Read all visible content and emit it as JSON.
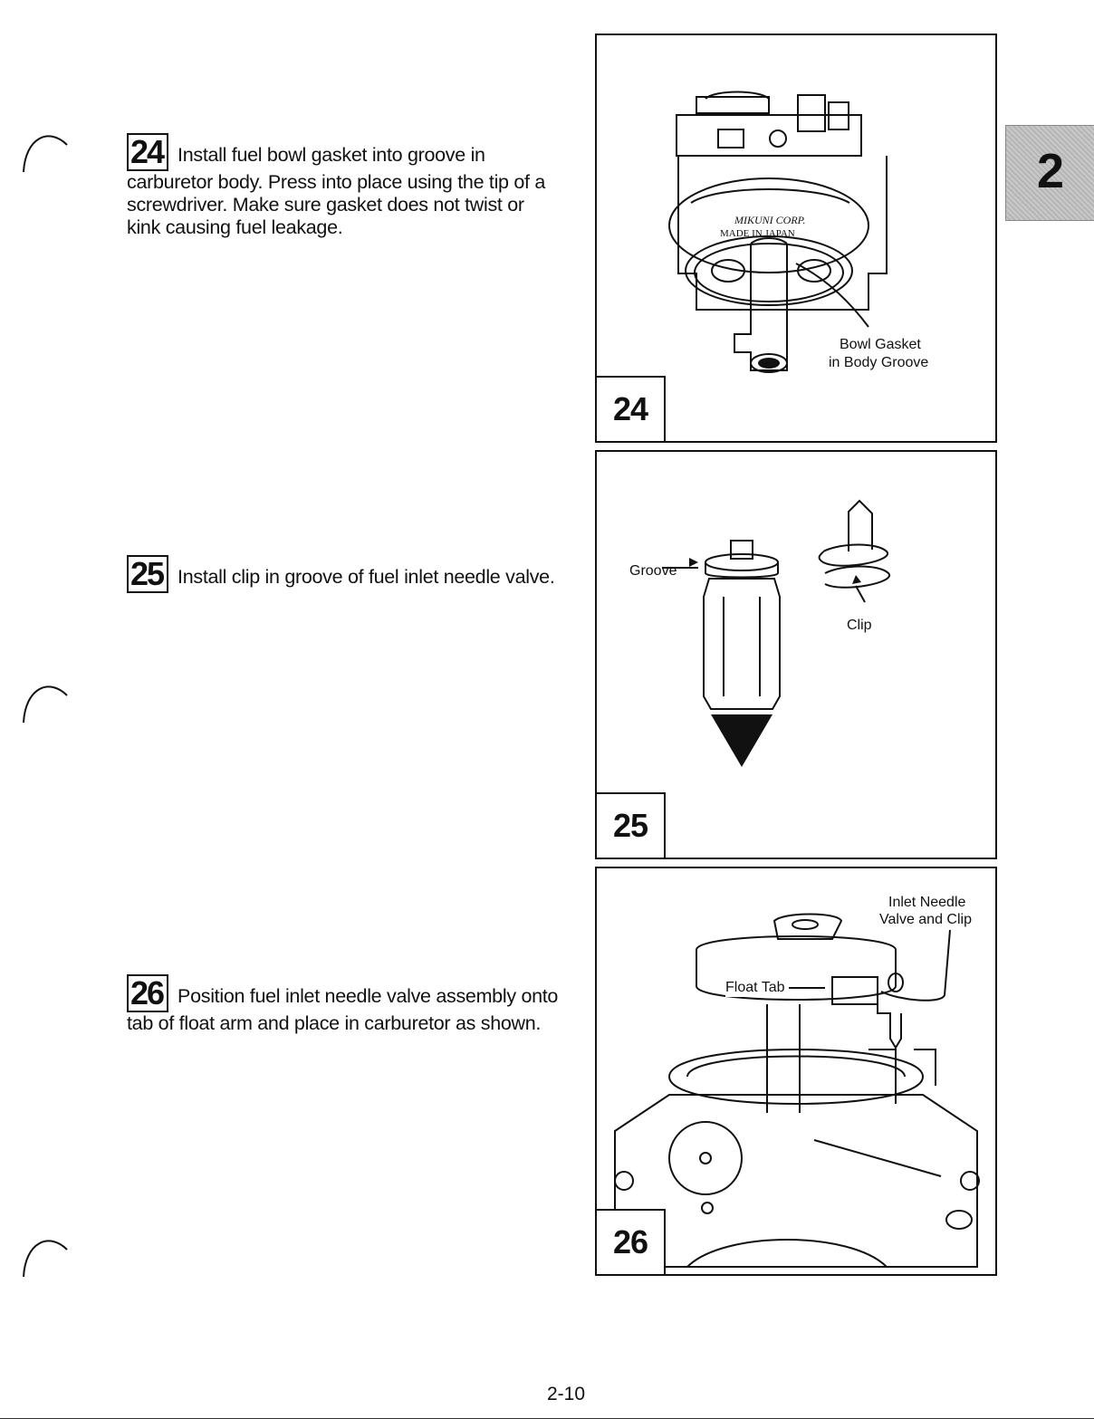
{
  "tab": {
    "label": "2"
  },
  "steps": [
    {
      "number": "24",
      "text": "Install fuel bowl gasket into groove in carburetor body. Press into place using the tip of a screwdriver. Make sure gasket does not twist or kink causing fuel leakage."
    },
    {
      "number": "25",
      "text": "Install clip in groove of fuel inlet needle valve."
    },
    {
      "number": "26",
      "text": "Position fuel inlet needle valve assembly onto tab of float arm and place in carburetor as shown."
    }
  ],
  "figures": [
    {
      "label": "24",
      "callouts": [
        "Bowl Gasket",
        "in Body Groove"
      ]
    },
    {
      "label": "25",
      "callouts": [
        "Groove",
        "Clip"
      ]
    },
    {
      "label": "26",
      "callouts": [
        "Inlet Needle",
        "Valve and Clip",
        "Float Tab"
      ]
    }
  ],
  "page_number": "2-10"
}
